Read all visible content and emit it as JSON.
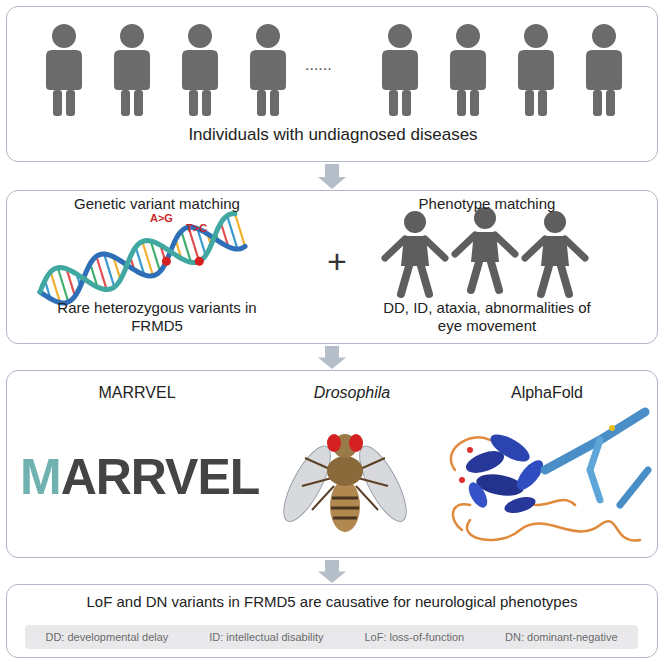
{
  "diagram": {
    "nodes": [
      {
        "text": [
          "Individuals with undiagnosed diseases"
        ]
      },
      {
        "text": [
          "Genetic variant matching",
          "Rare heterozygous variants in FRMD5",
          "+",
          "Phenotype matching",
          "DD, ID, ataxia, abnormalities of eye movement"
        ]
      },
      {
        "text": [
          "MARRVEL",
          "Drosophila",
          "AlphaFold"
        ]
      },
      {
        "text": [
          "LoF and DN variants in FRMD5 are causative for neurological phenotypes"
        ]
      },
      {
        "text": [
          "DD: developmental delay",
          "ID: intellectual disability",
          "LoF: loss-of-function",
          "DN: dominant-negative"
        ],
        "in": 3
      }
    ],
    "edges": [
      {
        "from": 0,
        "to": 1,
        "arrow": "to"
      },
      {
        "from": 1,
        "to": 2,
        "arrow": "to"
      },
      {
        "from": 2,
        "to": 3,
        "arrow": "to"
      }
    ],
    "labels": [
      "......",
      "A>G",
      "T>C",
      "MARRVEL"
    ]
  }
}
